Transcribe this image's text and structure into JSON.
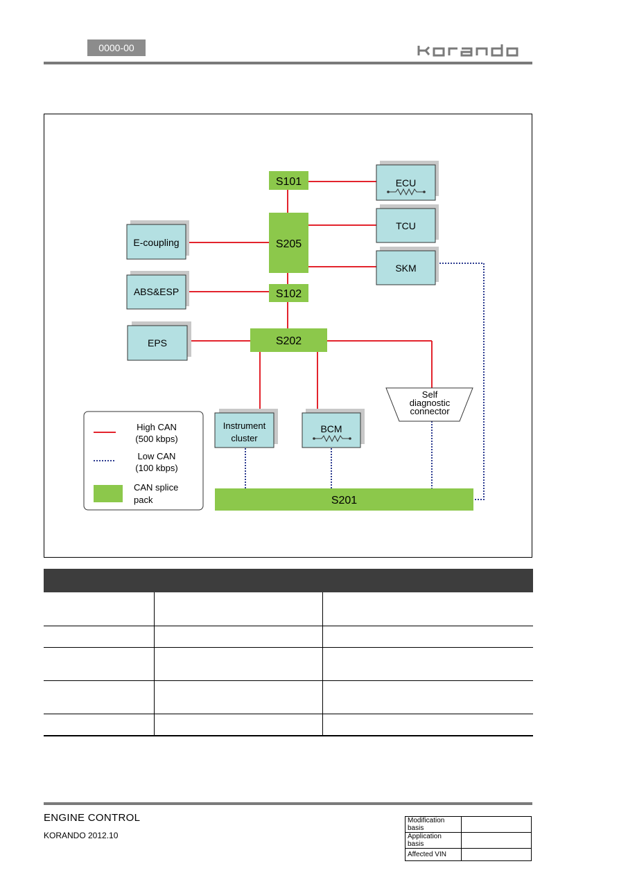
{
  "header": {
    "page_code": "0000-00",
    "brand_logo": "korando"
  },
  "diagram": {
    "splice_packs": {
      "s101": "S101",
      "s205": "S205",
      "s102": "S102",
      "s202": "S202",
      "s201": "S201"
    },
    "modules": {
      "ecu": "ECU",
      "tcu": "TCU",
      "skm": "SKM",
      "e_coupling": "E-coupling",
      "abs_esp": "ABS&ESP",
      "eps": "EPS",
      "instrument_cluster_line1": "Instrument",
      "instrument_cluster_line2": "cluster",
      "bcm": "BCM",
      "self_diag_line1": "Self",
      "self_diag_line2": "diagnostic",
      "self_diag_line3": "connector"
    },
    "legend": {
      "high_can_line1": "High CAN",
      "high_can_line2": "(500 kbps)",
      "low_can_line1": "Low CAN",
      "low_can_line2": "(100 kbps)",
      "splice_line1": "CAN splice",
      "splice_line2": "pack"
    },
    "colors": {
      "high_can": "#e3232c",
      "low_can": "#2b3a8f",
      "splice_pack": "#8cc84b",
      "module_fill": "#b4e0e2",
      "module_shadow": "#c8c8c8"
    }
  },
  "footer": {
    "section_title": "ENGINE CONTROL",
    "model_date": "KORANDO 2012.10",
    "basis_labels": [
      "Modification basis",
      "Application basis",
      "Affected VIN"
    ]
  }
}
